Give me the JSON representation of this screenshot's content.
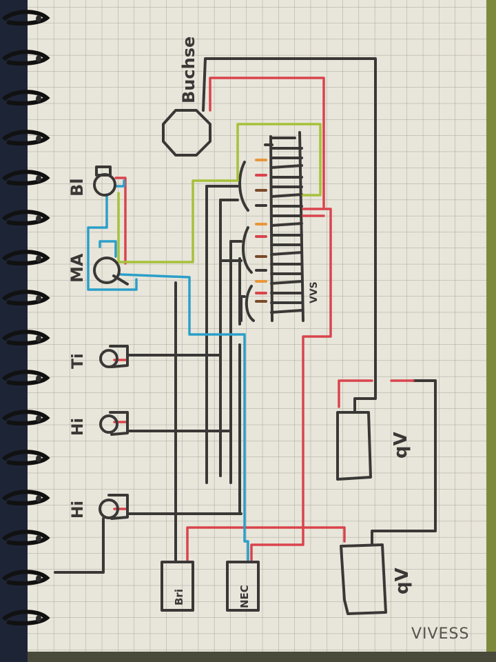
{
  "labels": {
    "buchse": "Buchse",
    "bl": "Bl",
    "ma": "MA",
    "ti": "Ti",
    "hi_1": "Hi",
    "hi_2": "Hi",
    "vvs": "VVS",
    "bri": "Bri",
    "nec": "NEC",
    "qv_1": "qV",
    "qv_2": "qV"
  },
  "brand": "VIVESS",
  "colors": {
    "paper": "#e8e5da",
    "grid": "#a7a59c",
    "ink_black": "#3a3836",
    "wire_red": "#d9444c",
    "wire_blue": "#2a9fc9",
    "wire_green": "#a6c13a",
    "wire_orange": "#e8973a",
    "wire_brown": "#7a4a2a"
  }
}
